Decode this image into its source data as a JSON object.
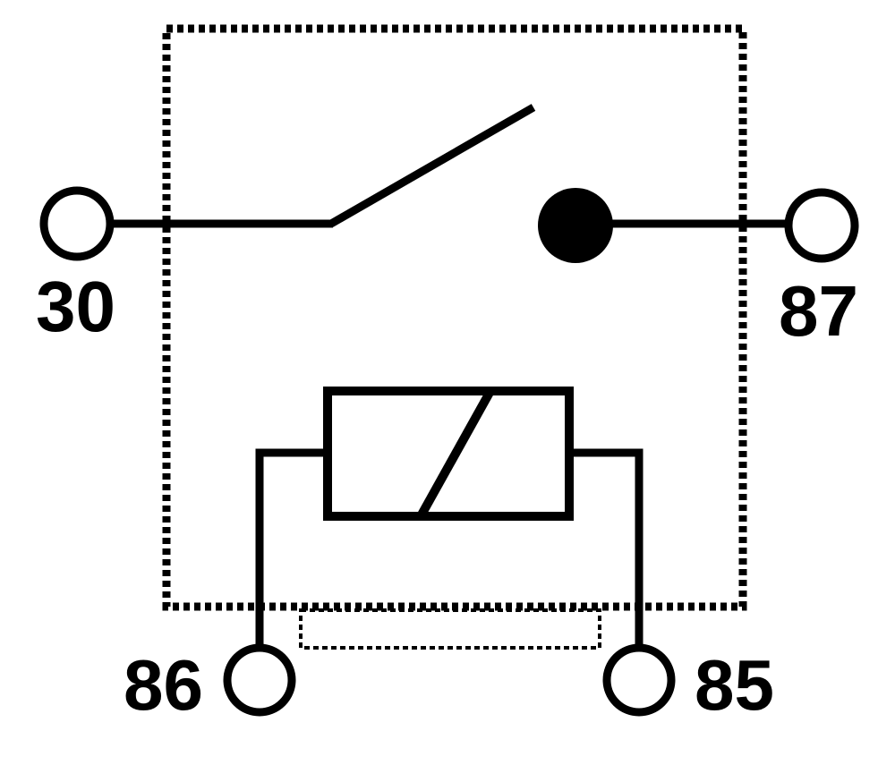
{
  "diagram": {
    "type": "relay-schematic",
    "pins": {
      "common": "30",
      "normally_open": "87",
      "coil_a": "86",
      "coil_b": "85"
    },
    "colors": {
      "stroke": "#000000",
      "background": "#ffffff"
    }
  }
}
